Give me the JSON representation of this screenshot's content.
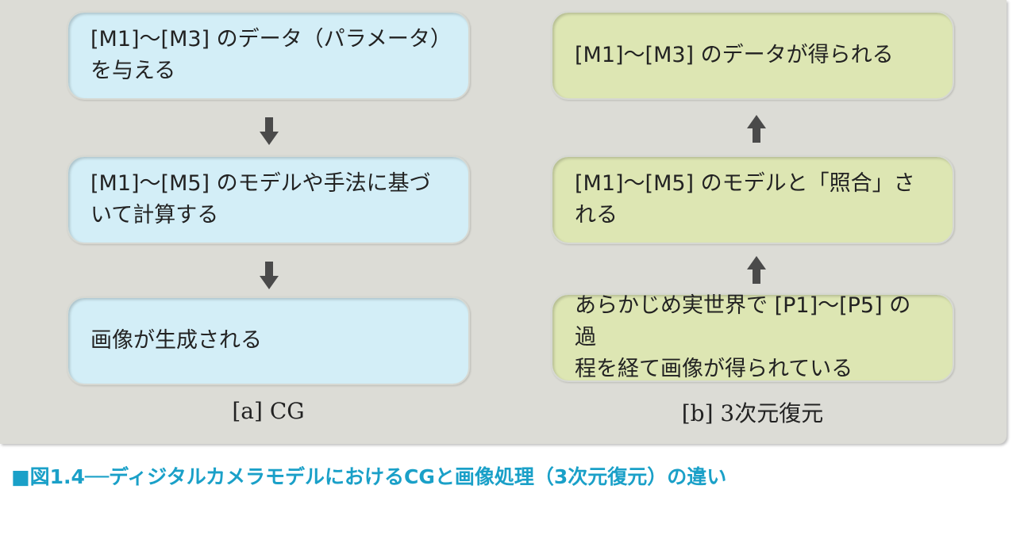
{
  "left": {
    "box1_line1": "[M1]～[M3] のデータ（パラメータ）",
    "box1_line2": "を与える",
    "box2_line1": "[M1]～[M5] のモデルや手法に基づ",
    "box2_line2": "いて計算する",
    "box3": "画像が生成される",
    "caption": "[a] CG"
  },
  "right": {
    "box1": "[M1]～[M3] のデータが得られる",
    "box2": "[M1]～[M5] のモデルと「照合」される",
    "box3_line1": "あらかじめ実世界で [P1]～[P5] の過",
    "box3_line2": "程を経て画像が得られている",
    "caption": "[b] 3次元復元"
  },
  "figure_title": "■図1.4──ディジタルカメラモデルにおけるCGと画像処理（3次元復元）の違い",
  "colors": {
    "panel": "#dcdcd6",
    "left_boxes": "#d3eef7",
    "right_boxes": "#dde6b3",
    "title": "#1aa0c8",
    "arrow": "#4a4a4a"
  },
  "icons": {
    "left_arrows": "arrow-down-icon",
    "right_arrows": "arrow-up-icon"
  }
}
